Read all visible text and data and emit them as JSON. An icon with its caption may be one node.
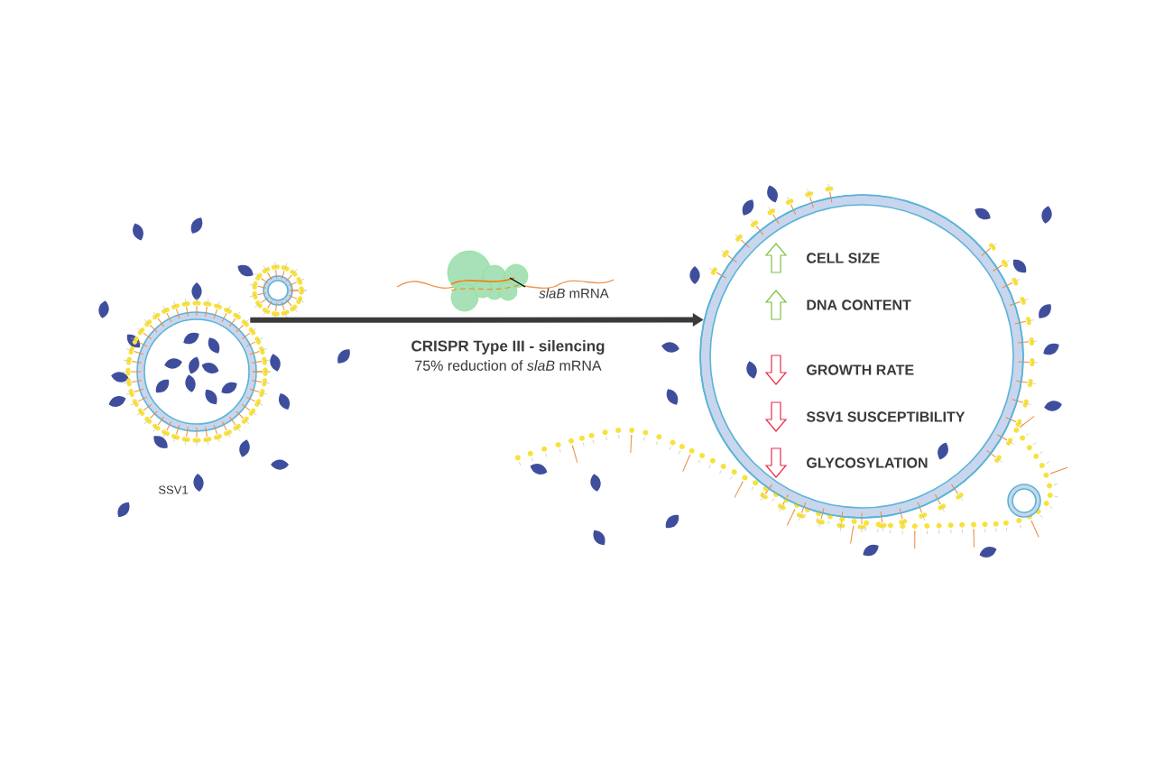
{
  "diagram": {
    "nodes": [
      {
        "text": [],
        "shape": "circle"
      },
      {
        "text": [
          "CELL SIZE",
          "DNA CONTENT",
          "GROWTH RATE",
          "SSV1 SUSCEPTIBILITY",
          "GLYCOSYLATION"
        ]
      }
    ],
    "edges": [
      {
        "from": 0,
        "to": 1,
        "arrow": "to"
      }
    ],
    "labels": [
      "SSV1",
      "*slaB* mRNA",
      "CRISPR Type III - silencing",
      "75% reduction of *slaB* mRNA"
    ]
  }
}
